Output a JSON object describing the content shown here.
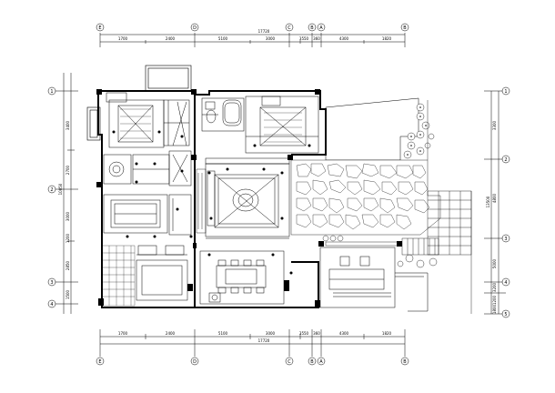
{
  "drawing": {
    "overall_dim": "17720",
    "top_dims": [
      "1700",
      "2400",
      "5100",
      "3000",
      "3550",
      "360",
      "4300",
      "1820"
    ],
    "bottom_dims": [
      "1700",
      "2400",
      "5100",
      "3000",
      "3550",
      "360",
      "4300",
      "1820"
    ],
    "top_axes": [
      "E",
      "D",
      "C",
      "B",
      "A",
      "B"
    ],
    "bottom_axes": [
      "E",
      "D",
      "C",
      "B",
      "A",
      "B"
    ],
    "left_dims": [
      "3400",
      "2700",
      "3000",
      "1200",
      "2850",
      "1500"
    ],
    "left_total": "10050",
    "left_axes": [
      "1",
      "2",
      "3",
      "4"
    ],
    "right_dims": [
      "3300",
      "4800",
      "5000",
      "3200",
      "1200",
      "1800"
    ],
    "right_total": "13500",
    "right_axes": [
      "1",
      "2",
      "3",
      "4",
      "5"
    ]
  }
}
